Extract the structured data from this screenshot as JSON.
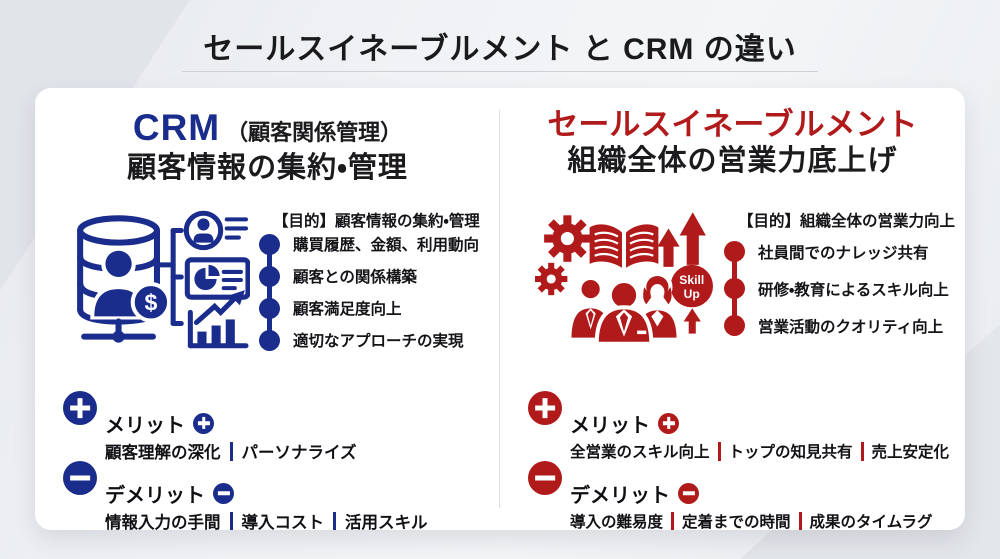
{
  "page_title": "セールスイネーブルメント と CRM の違い",
  "colors": {
    "crm_accent": "#1a2d8c",
    "enablement_accent": "#b11a1a",
    "card_bg": "#ffffff",
    "page_bg": "#edeff2"
  },
  "crm_panel": {
    "accent": "#1a2d8c",
    "title_main": "CRM",
    "title_note": "（顧客関係管理）",
    "subtitle": "顧客情報の集約・管理",
    "purpose": "【目的】顧客情報の集約・管理",
    "points": [
      "購買履歴、金額、利用動向",
      "顧客との関係構築",
      "顧客満足度向上",
      "適切なアプローチの実現"
    ],
    "merit": {
      "label": "メリット",
      "items": [
        "顧客理解の深化",
        "パーソナライズ"
      ]
    },
    "demerit": {
      "label": "デメリット",
      "items": [
        "情報入力の手間",
        "導入コスト",
        "活用スキル"
      ]
    },
    "dollar_glyph": "$",
    "icon_names": [
      "database-icon",
      "user-icon",
      "dollar-coin-icon",
      "profile-card-icon",
      "pie-chart-card-icon",
      "growth-bar-chart-icon"
    ]
  },
  "enablement_panel": {
    "accent": "#b11a1a",
    "title_main": "セールスイネーブルメント",
    "subtitle": "組織全体の営業力底上げ",
    "purpose": "【目的】組織全体の営業力向上",
    "points": [
      "社員間でのナレッジ共有",
      "研修・教育によるスキル向上",
      "営業活動のクオリティ向上"
    ],
    "merit": {
      "label": "メリット",
      "items": [
        "全営業のスキル向上",
        "トップの知見共有",
        "売上安定化"
      ]
    },
    "demerit": {
      "label": "デメリット",
      "items": [
        "導入の難易度",
        "定着までの時間",
        "成果のタイムラグ"
      ]
    },
    "skill_badge": {
      "line1": "Skill",
      "line2": "Up"
    },
    "icon_names": [
      "gear-icon",
      "open-book-icon",
      "up-arrow-icon",
      "skill-up-badge",
      "team-icon"
    ]
  }
}
